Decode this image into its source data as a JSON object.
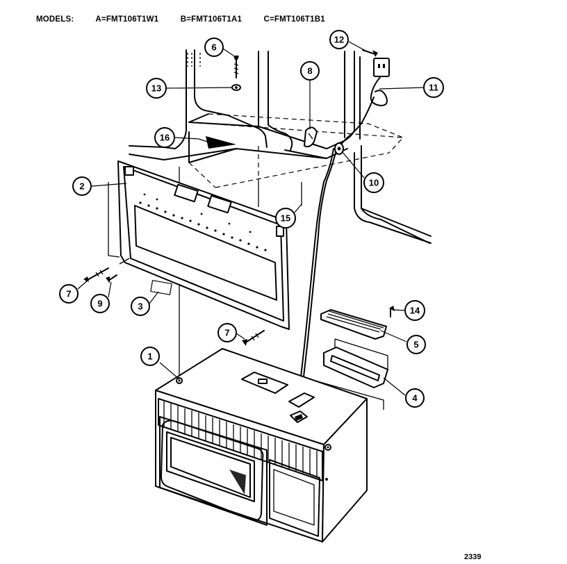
{
  "header": {
    "models_label": "MODELS:",
    "model_a": "A=FMT106T1W1",
    "model_b": "B=FMT106T1A1",
    "model_c": "C=FMT106T1B1"
  },
  "callouts": [
    "1",
    "2",
    "3",
    "4",
    "5",
    "6",
    "7",
    "7",
    "8",
    "9",
    "10",
    "11",
    "12",
    "13",
    "14",
    "15",
    "16"
  ],
  "diagram_code": "2339"
}
